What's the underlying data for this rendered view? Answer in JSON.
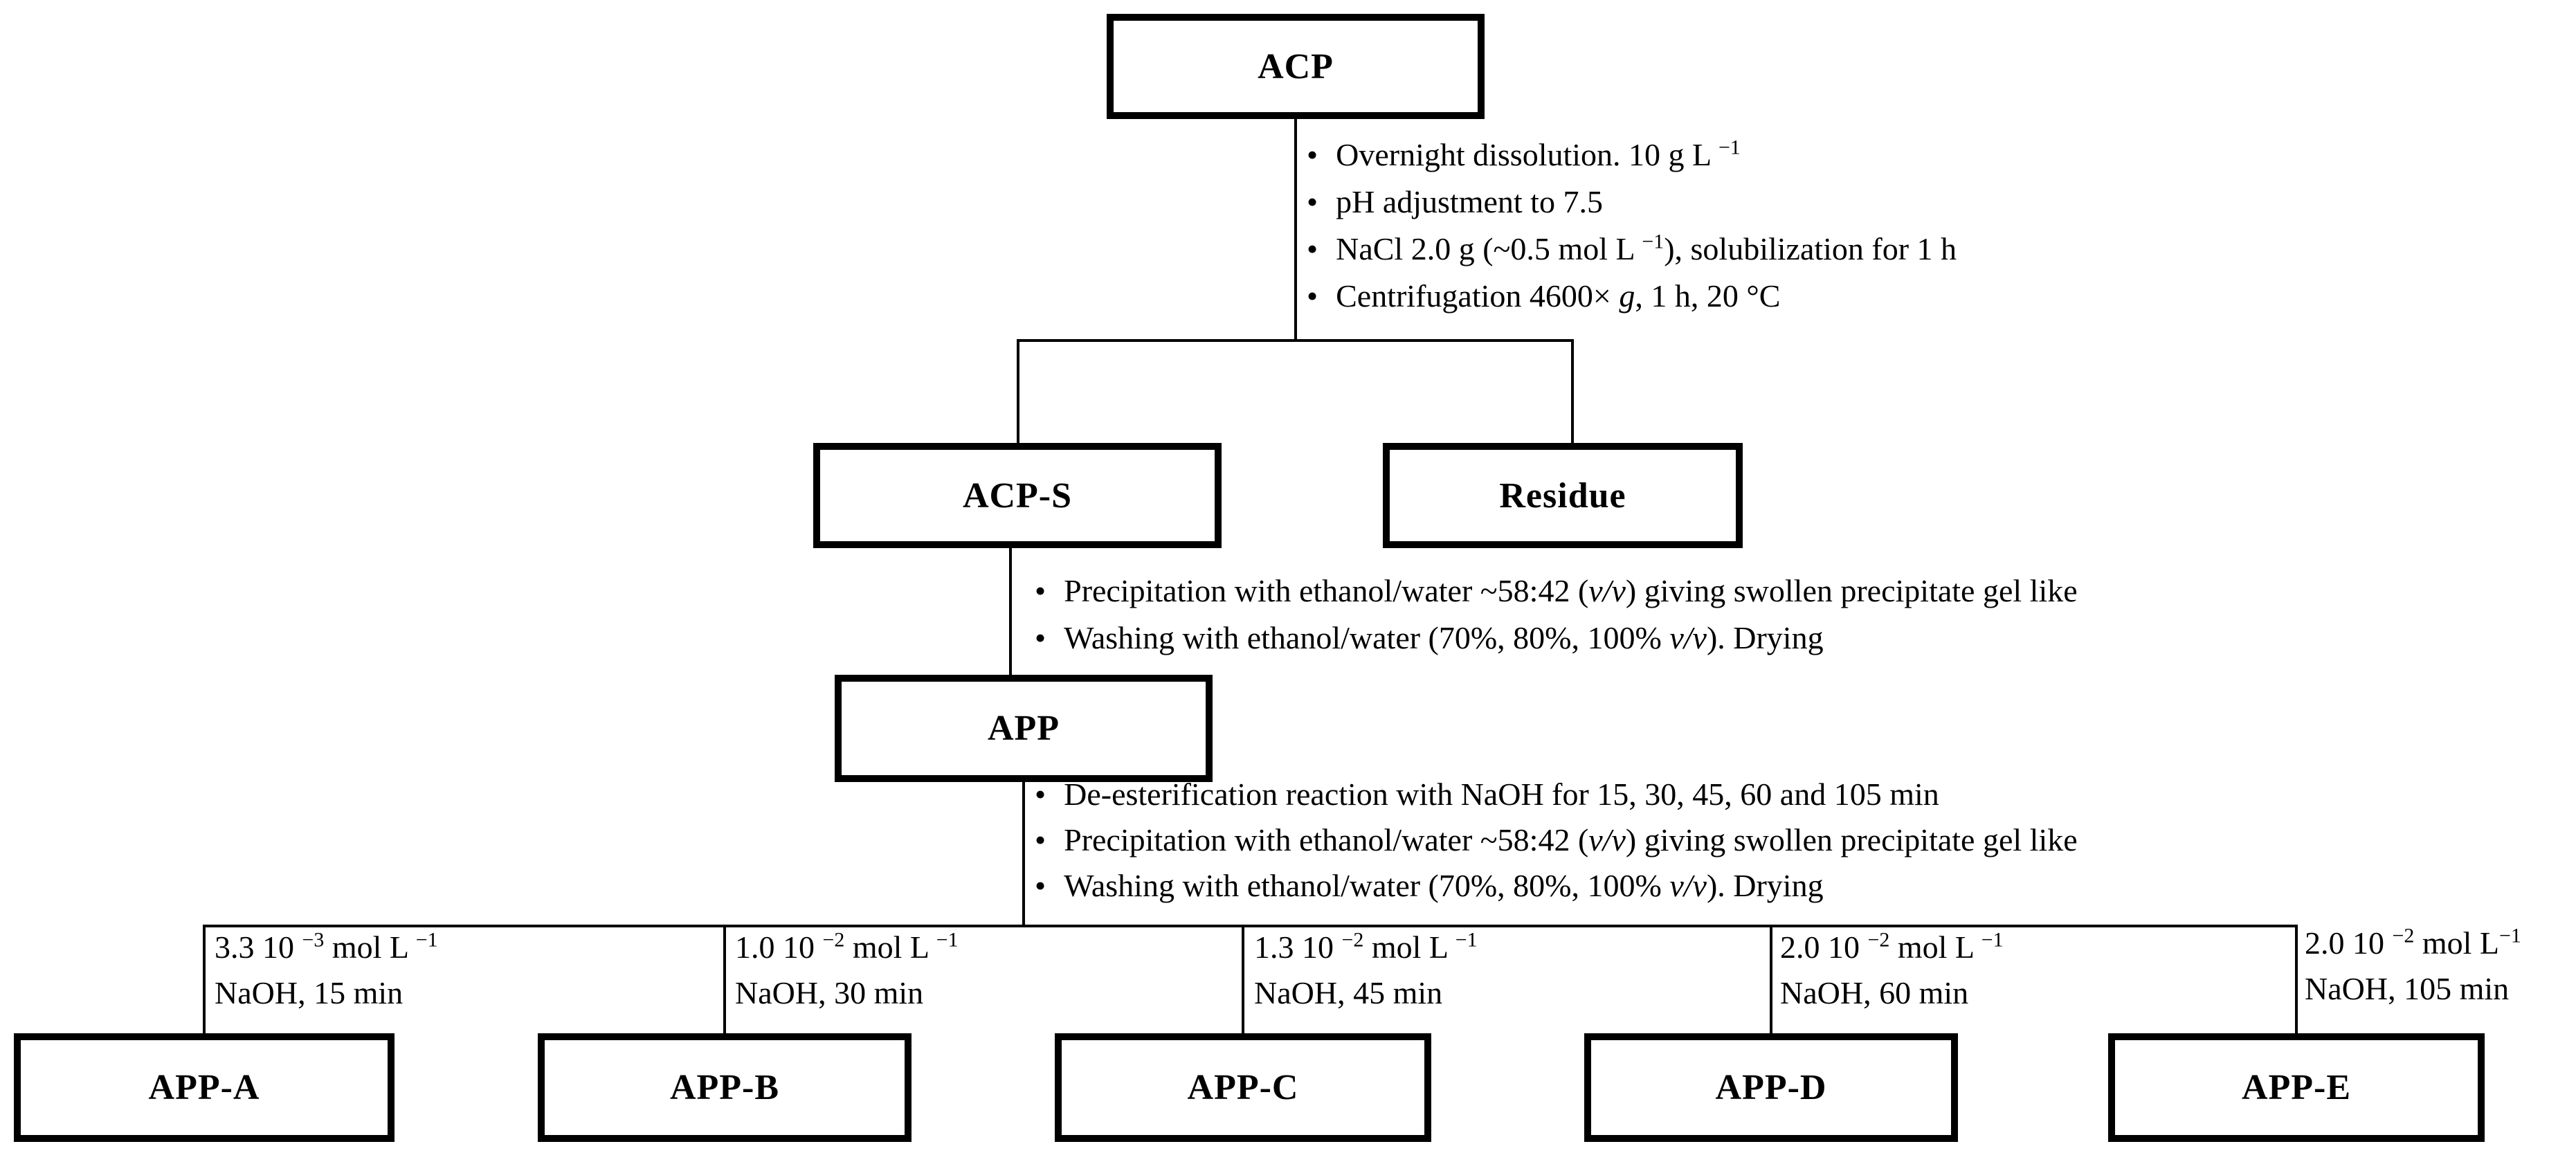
{
  "diagram": {
    "bullet": "•",
    "colors": {
      "line": "#000000",
      "text": "#000000",
      "background": "#ffffff"
    },
    "nodes": {
      "acp": "ACP",
      "acp_s": "ACP-S",
      "residue": "Residue",
      "app": "APP",
      "app_a": "APP-A",
      "app_b": "APP-B",
      "app_c": "APP-C",
      "app_d": "APP-D",
      "app_e": "APP-E"
    },
    "acp_steps": [
      "Overnight dissolution. 10 g L ^{−1}",
      "pH adjustment to 7.5",
      "NaCl 2.0 g (~0.5 mol L ^{−1}), solubilization for 1 h",
      "Centrifugation 4600× [i]g[/i], 1 h, 20 °C"
    ],
    "acps_steps": [
      "Precipitation with ethanol/water ~58:42 ([i]v/v[/i]) giving swollen precipitate gel like",
      "Washing with ethanol/water (70%, 80%, 100% [i]v/v[/i]). Drying"
    ],
    "app_steps": [
      "De-esterification reaction with NaOH for 15, 30, 45, 60 and 105 min",
      "Precipitation with ethanol/water ~58:42 ([i]v/v[/i]) giving swollen precipitate gel like",
      "Washing with ethanol/water (70%, 80%, 100% [i]v/v[/i]). Drying"
    ],
    "branches": [
      {
        "amount": "3.3 10 ^{−3} mol L ^{−1}",
        "condition": "NaOH, 15 min"
      },
      {
        "amount": "1.0 10 ^{−2} mol L ^{−1}",
        "condition": "NaOH, 30 min"
      },
      {
        "amount": "1.3 10 ^{−2} mol L ^{−1}",
        "condition": "NaOH, 45 min"
      },
      {
        "amount": "2.0 10 ^{−2} mol L ^{−1}",
        "condition": "NaOH, 60 min"
      },
      {
        "amount": "2.0 10 ^{−2} mol L^{−1}",
        "condition": "NaOH, 105 min"
      }
    ]
  }
}
